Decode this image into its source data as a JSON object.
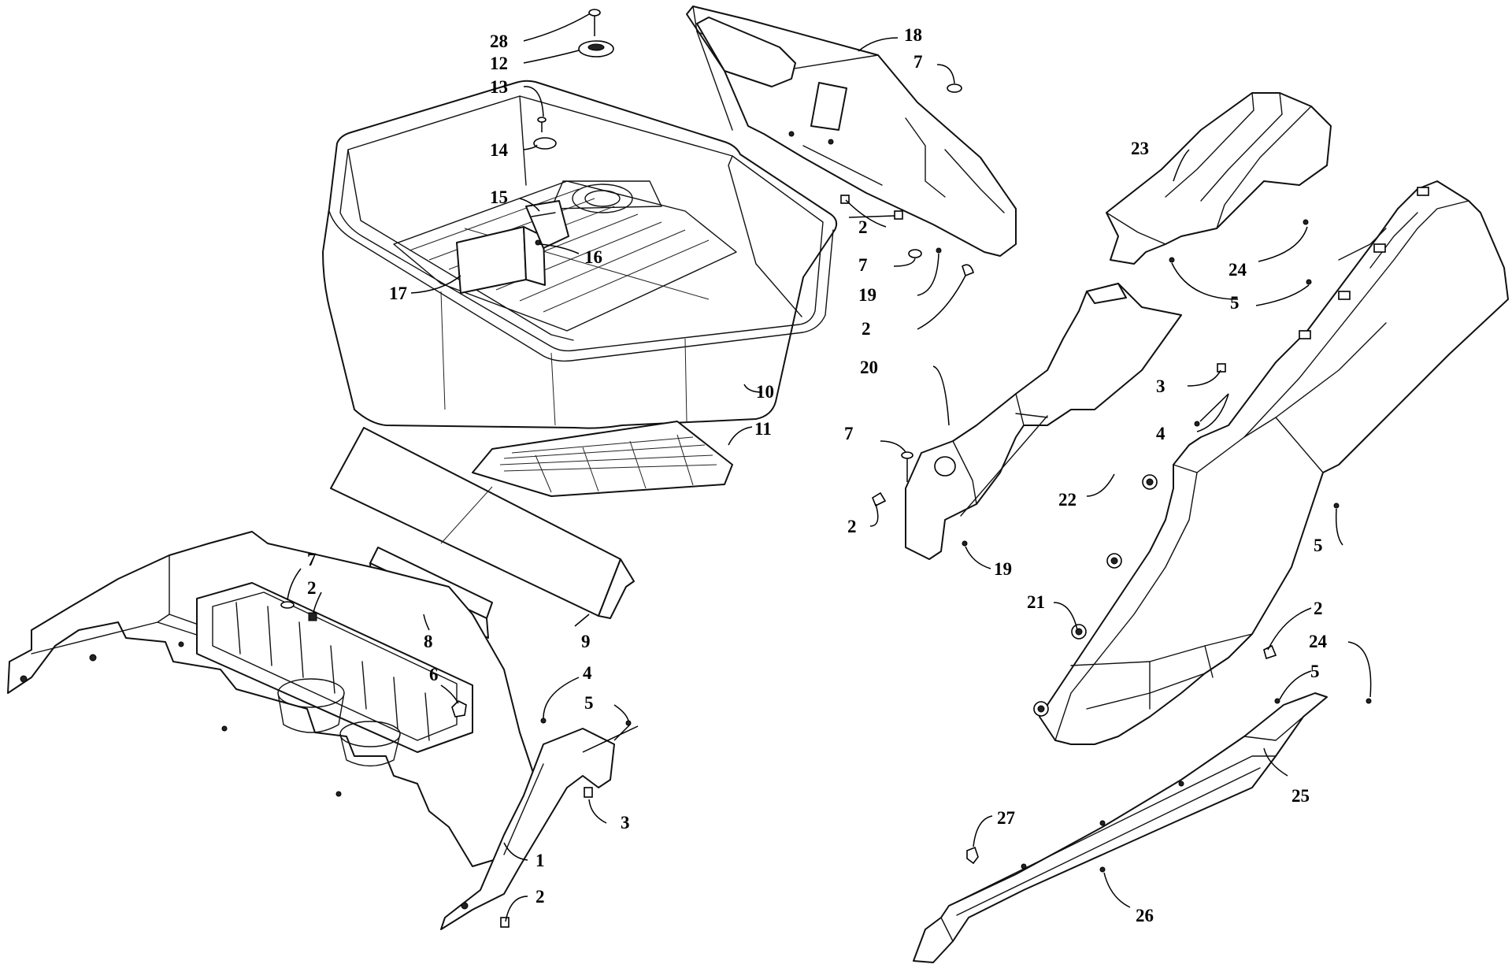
{
  "callouts": [
    {
      "id": "c28",
      "label": "28"
    },
    {
      "id": "c12",
      "label": "12"
    },
    {
      "id": "c13",
      "label": "13"
    },
    {
      "id": "c14",
      "label": "14"
    },
    {
      "id": "c15",
      "label": "15"
    },
    {
      "id": "c16",
      "label": "16"
    },
    {
      "id": "c17",
      "label": "17"
    },
    {
      "id": "c10",
      "label": "10"
    },
    {
      "id": "c11",
      "label": "11"
    },
    {
      "id": "c9",
      "label": "9"
    },
    {
      "id": "c8",
      "label": "8"
    },
    {
      "id": "c7a",
      "label": "7"
    },
    {
      "id": "c2a",
      "label": "2"
    },
    {
      "id": "c6",
      "label": "6"
    },
    {
      "id": "c4a",
      "label": "4"
    },
    {
      "id": "c5a",
      "label": "5"
    },
    {
      "id": "c3a",
      "label": "3"
    },
    {
      "id": "c1",
      "label": "1"
    },
    {
      "id": "c2b",
      "label": "2"
    },
    {
      "id": "c18",
      "label": "18"
    },
    {
      "id": "c7b",
      "label": "7"
    },
    {
      "id": "c2c",
      "label": "2"
    },
    {
      "id": "c7c",
      "label": "7"
    },
    {
      "id": "c19a",
      "label": "19"
    },
    {
      "id": "c2d",
      "label": "2"
    },
    {
      "id": "c20",
      "label": "20"
    },
    {
      "id": "c7d",
      "label": "7"
    },
    {
      "id": "c2e",
      "label": "2"
    },
    {
      "id": "c19b",
      "label": "19"
    },
    {
      "id": "c21",
      "label": "21"
    },
    {
      "id": "c22",
      "label": "22"
    },
    {
      "id": "c23",
      "label": "23"
    },
    {
      "id": "c24a",
      "label": "24"
    },
    {
      "id": "c5b",
      "label": "5"
    },
    {
      "id": "c3b",
      "label": "3"
    },
    {
      "id": "c4b",
      "label": "4"
    },
    {
      "id": "c5c",
      "label": "5"
    },
    {
      "id": "c2f",
      "label": "2"
    },
    {
      "id": "c24b",
      "label": "24"
    },
    {
      "id": "c5d",
      "label": "5"
    },
    {
      "id": "c25",
      "label": "25"
    },
    {
      "id": "c27",
      "label": "27"
    },
    {
      "id": "c26",
      "label": "26"
    }
  ]
}
